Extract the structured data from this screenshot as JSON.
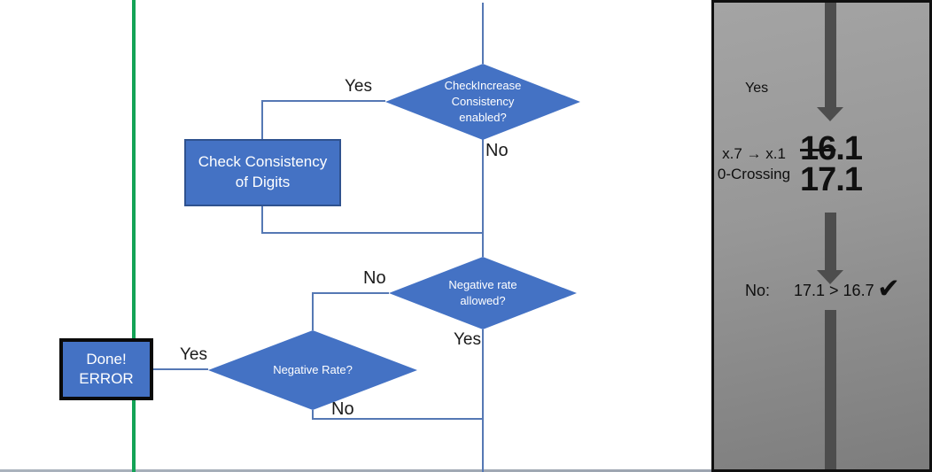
{
  "slide": {
    "flowchart": {
      "decision_check_increase": {
        "line1": "CheckIncrease",
        "line2": "Consistency",
        "line3": "enabled?"
      },
      "branch_yes_top": "Yes",
      "branch_no_top": "No",
      "process_check_consistency": {
        "line1": "Check Consistency",
        "line2": "of Digits"
      },
      "decision_negative_rate_allowed": {
        "line1": "Negative rate",
        "line2": "allowed?"
      },
      "branch_no_mid": "No",
      "branch_yes_mid": "Yes",
      "decision_negative_rate": {
        "line1": "Negative Rate?"
      },
      "branch_no_bottom": "No",
      "branch_yes_done": "Yes",
      "terminal_done": {
        "line1": "Done!",
        "line2": "ERROR"
      }
    },
    "panel": {
      "yes_label": "Yes",
      "mapping_line1": "x.7 → x.1",
      "mapping_line2": "0-Crossing",
      "old_value_struck": "16",
      "old_value_rest": ".1",
      "new_value": "17.1",
      "result_label": "No:",
      "result_comparison": "17.1 > 16.7",
      "checkmark": "✔"
    },
    "colors": {
      "shape_fill": "#4472C4",
      "process_border": "#2F528F",
      "connector": "#5578b4",
      "accent_green": "#13a356",
      "panel_arrow": "#4d4d4d"
    }
  }
}
